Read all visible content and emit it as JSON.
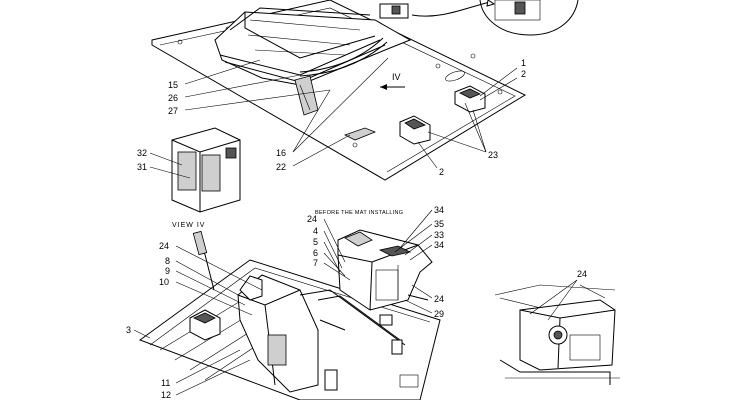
{
  "callouts": {
    "c1": "1",
    "c2a": "2",
    "c15": "15",
    "c26": "26",
    "c27": "27",
    "c16": "16",
    "c22": "22",
    "c2b": "2",
    "c23": "23",
    "c32": "32",
    "c31": "31",
    "c24a": "24",
    "c8": "8",
    "c9": "9",
    "c10": "10",
    "c3": "3",
    "c11": "11",
    "c12": "12",
    "c24b": "24",
    "c4": "4",
    "c5": "5",
    "c6": "6",
    "c7": "7",
    "c34a": "34",
    "c35": "35",
    "c33": "33",
    "c34b": "34",
    "c24c": "24",
    "c29": "29",
    "c24d": "24"
  },
  "view_label": "VIEW IV",
  "direction_label": "IV",
  "note_text": "BEFORE THE MAT INSTALLING"
}
